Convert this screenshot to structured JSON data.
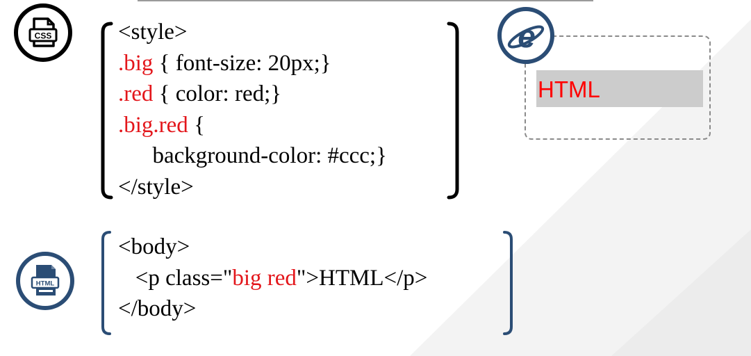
{
  "css_block": {
    "lines": [
      [
        {
          "t": "<style>",
          "red": false
        }
      ],
      [
        {
          "t": ".big",
          "red": true
        },
        {
          "t": " { font-size: 20px;}",
          "red": false
        }
      ],
      [
        {
          "t": ".red",
          "red": true
        },
        {
          "t": " { color: red;}",
          "red": false
        }
      ],
      [
        {
          "t": ".big.red",
          "red": true
        },
        {
          "t": " {",
          "red": false
        }
      ],
      [
        {
          "t": "      background-color: #ccc;}",
          "red": false
        }
      ],
      [
        {
          "t": "</style>",
          "red": false
        }
      ]
    ]
  },
  "html_block": {
    "lines": [
      [
        {
          "t": "<body>",
          "red": false
        }
      ],
      [
        {
          "t": "   <p class=\"",
          "red": false
        },
        {
          "t": "big red",
          "red": true
        },
        {
          "t": "\">HTML</p>",
          "red": false
        }
      ],
      [
        {
          "t": "</body>",
          "red": false
        }
      ]
    ]
  },
  "preview": {
    "text": "HTML"
  },
  "icons": {
    "css_icon_label": "CSS",
    "html_icon_label": "HTML",
    "browser_icon_letter": "e"
  },
  "colors": {
    "accent_red": "#e3161b",
    "icon_blue": "#2b4d75",
    "preview_bg": "#cccccc",
    "preview_text": "#ff0000"
  }
}
